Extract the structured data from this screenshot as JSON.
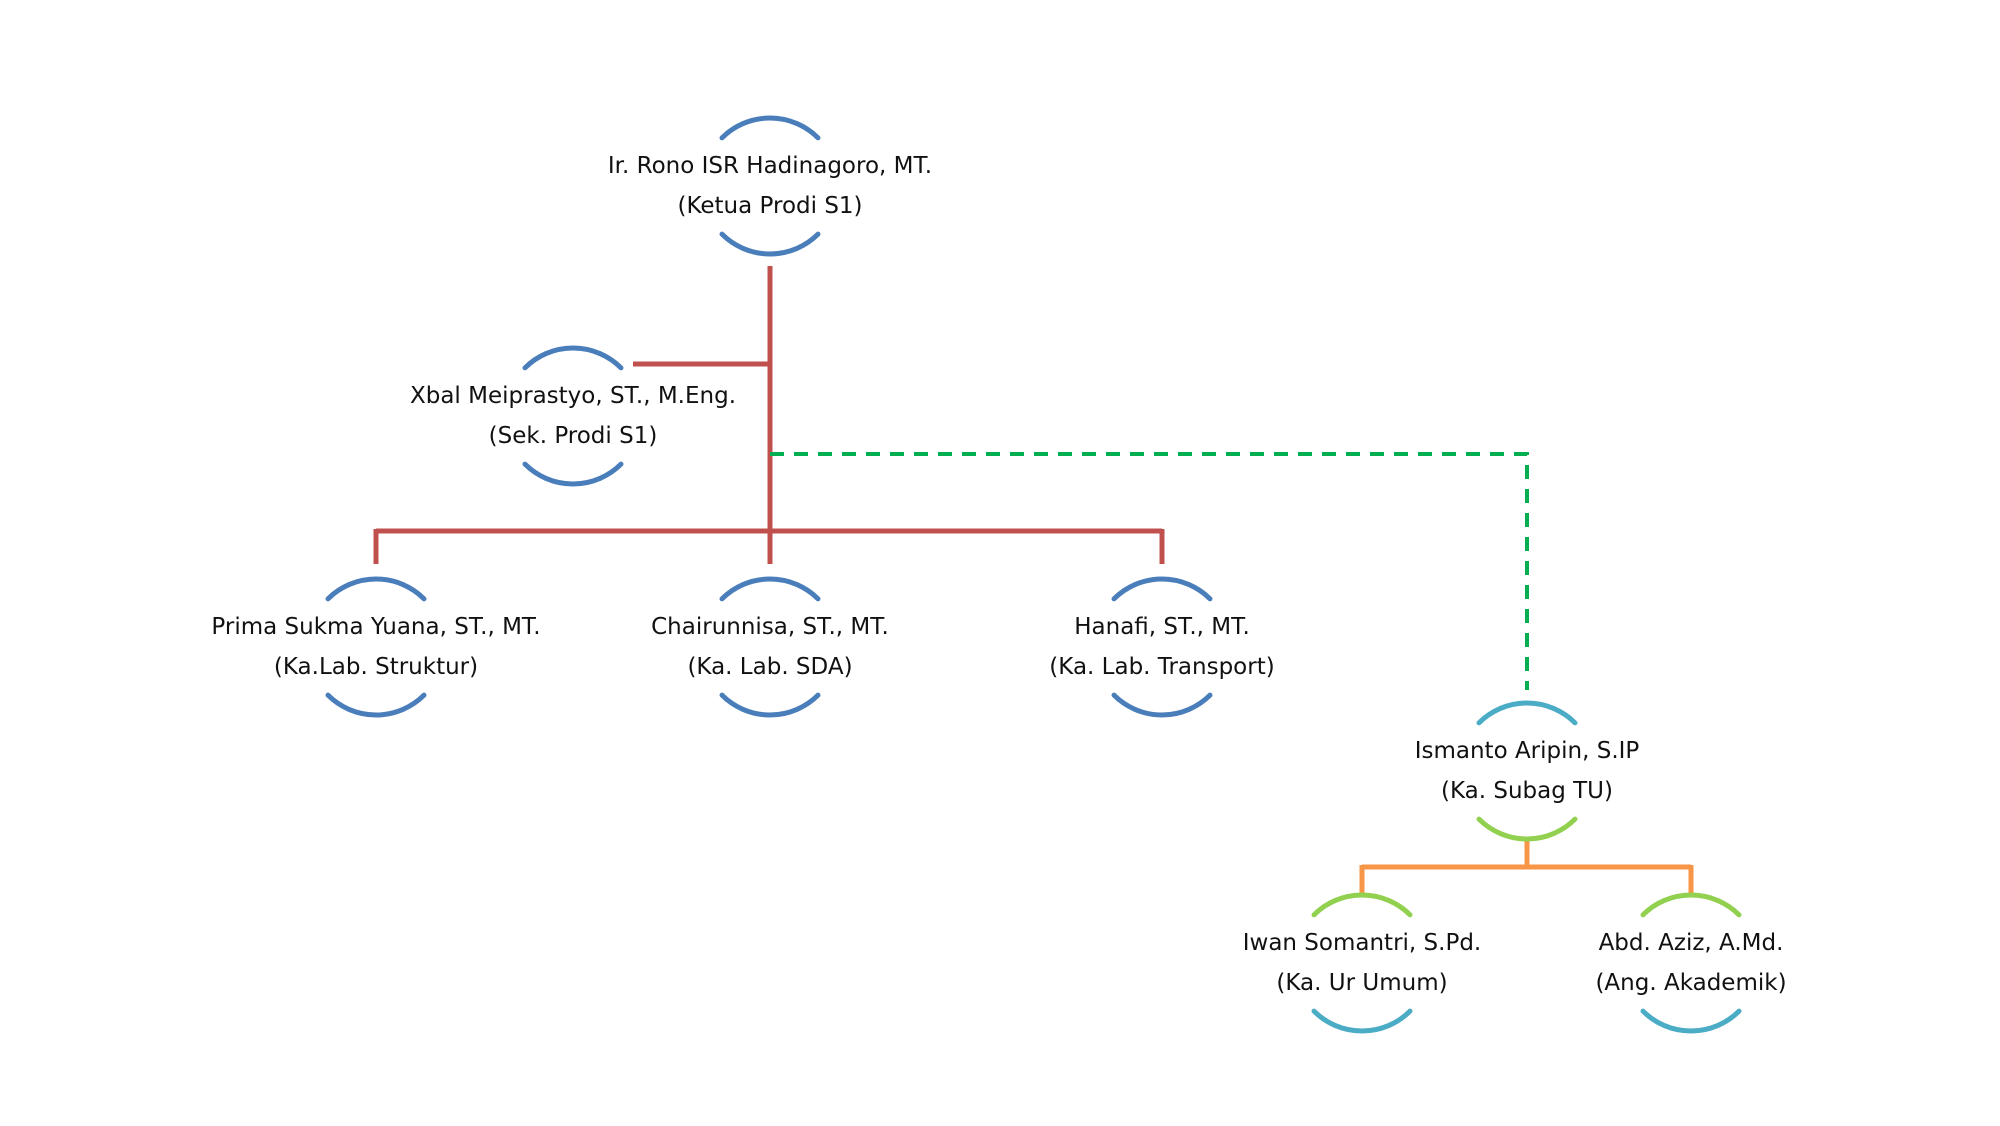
{
  "colors": {
    "background": "#ffffff",
    "blue": "#4a7ebb",
    "teal": "#4bacc6",
    "green": "#92d050",
    "red": "#c0504d",
    "orange": "#f79646",
    "dashed_green": "#00b050"
  },
  "nodes": {
    "ketua": {
      "name": "Ir. Rono ISR Hadinagoro, MT.",
      "role": "(Ketua Prodi S1)"
    },
    "sekretaris": {
      "name": "Xbal Meiprastyo, ST., M.Eng.",
      "role": "(Sek. Prodi S1)"
    },
    "lab_struktur": {
      "name": "Prima Sukma Yuana, ST., MT.",
      "role": "(Ka.Lab. Struktur)"
    },
    "lab_sda": {
      "name": "Chairunnisa, ST., MT.",
      "role": "(Ka. Lab. SDA)"
    },
    "lab_transport": {
      "name": "Hanafi, ST., MT.",
      "role": "(Ka. Lab. Transport)"
    },
    "subag_tu": {
      "name": "Ismanto Aripin, S.IP",
      "role": "(Ka. Subag TU)"
    },
    "ur_umum": {
      "name": "Iwan Somantri, S.Pd.",
      "role": "(Ka. Ur Umum)"
    },
    "akademik": {
      "name": "Abd. Aziz, A.Md.",
      "role": "(Ang. Akademik)"
    }
  }
}
